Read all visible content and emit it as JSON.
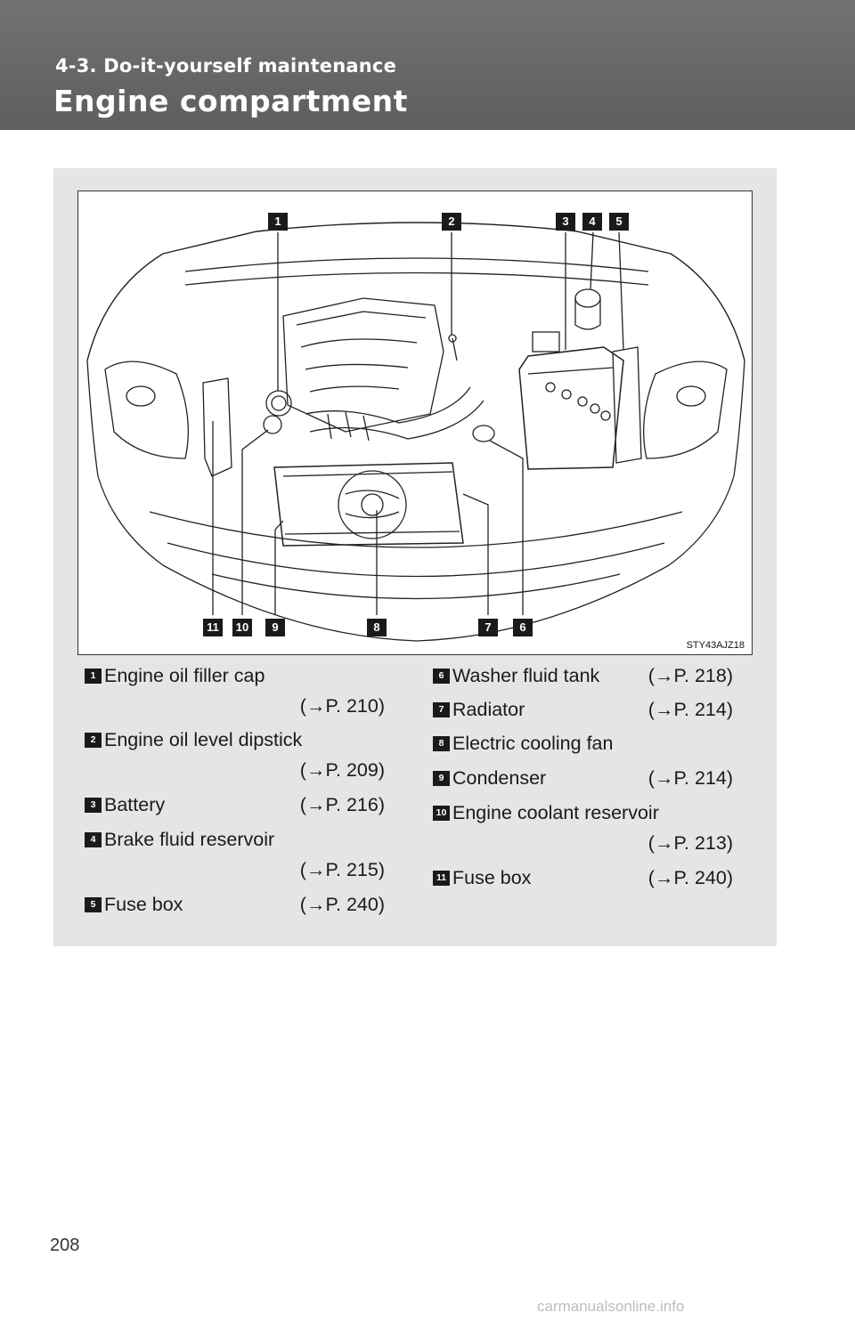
{
  "header": {
    "section": "4-3. Do-it-yourself maintenance",
    "title": "Engine compartment"
  },
  "figure": {
    "code": "STY43AJZ18",
    "callouts_top": [
      "1",
      "2",
      "3",
      "4",
      "5"
    ],
    "callouts_bottom": [
      "11",
      "10",
      "9",
      "8",
      "7",
      "6"
    ]
  },
  "legend": [
    {
      "num": "1",
      "name": "Engine oil filler cap",
      "ref": "(→P. 210)"
    },
    {
      "num": "2",
      "name": "Engine oil level dipstick",
      "ref": "(→P. 209)"
    },
    {
      "num": "3",
      "name": "Battery",
      "ref": "(→P. 216)"
    },
    {
      "num": "4",
      "name": "Brake fluid reservoir",
      "ref": "(→P. 215)"
    },
    {
      "num": "5",
      "name": "Fuse box",
      "ref": "(→P. 240)"
    },
    {
      "num": "6",
      "name": "Washer fluid tank",
      "ref": "(→P. 218)"
    },
    {
      "num": "7",
      "name": "Radiator",
      "ref": "(→P. 214)"
    },
    {
      "num": "8",
      "name": "Electric cooling fan",
      "ref": ""
    },
    {
      "num": "9",
      "name": "Condenser",
      "ref": "(→P. 214)"
    },
    {
      "num": "10",
      "name": "Engine coolant reservoir",
      "ref": "(→P. 213)"
    },
    {
      "num": "11",
      "name": "Fuse box",
      "ref": "(→P. 240)"
    }
  ],
  "page_number": "208",
  "watermark": "carmanualsonline.info"
}
